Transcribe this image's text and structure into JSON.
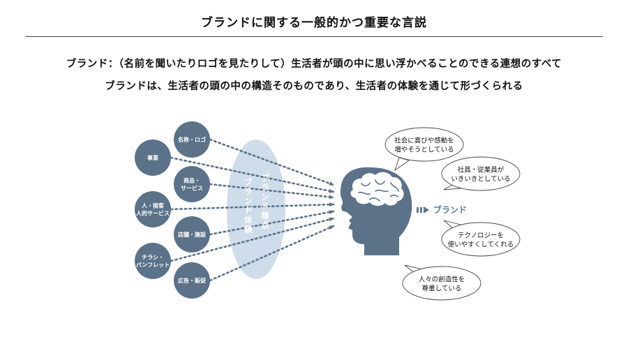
{
  "header": {
    "title": "ブランドに関する一般的かつ重要な言説"
  },
  "definitions": {
    "line1": "ブランド：（名前を聞いたりロゴを見たりして）生活者が頭の中に思い浮かべることのできる連想のすべて",
    "line2": "ブランドは、生活者の頭の中の構造そのものであり、生活者の体験を通じて形づくられる"
  },
  "touchpoints": [
    {
      "lines": [
        "名称・ロゴ"
      ]
    },
    {
      "lines": [
        "事業"
      ]
    },
    {
      "lines": [
        "商品・",
        "サービス"
      ]
    },
    {
      "lines": [
        "人・接客",
        "人的サービス"
      ]
    },
    {
      "lines": [
        "店舗・施設"
      ]
    },
    {
      "lines": [
        "チラシ・",
        "パンフレット"
      ]
    },
    {
      "lines": [
        "広告・販促"
      ]
    }
  ],
  "ellipse": {
    "col_left": "ブランド体験",
    "col_right": "ブランド接点"
  },
  "brand_label": "ブランド",
  "associations": [
    {
      "lines": [
        "社会に喜びや感動を",
        "増やそうとしている"
      ]
    },
    {
      "lines": [
        "社員・従業員が",
        "いきいきとしている"
      ]
    },
    {
      "lines": [
        "テクノロジーを",
        "使いやすくしてくれる"
      ]
    },
    {
      "lines": [
        "人々の創造性を",
        "尊重している"
      ]
    }
  ],
  "colors": {
    "node": "#5b7289",
    "ellipse": "#cfdcea",
    "dots": "#5b7289",
    "head": "#5b7289",
    "brand_arrow": "#5a7894"
  }
}
